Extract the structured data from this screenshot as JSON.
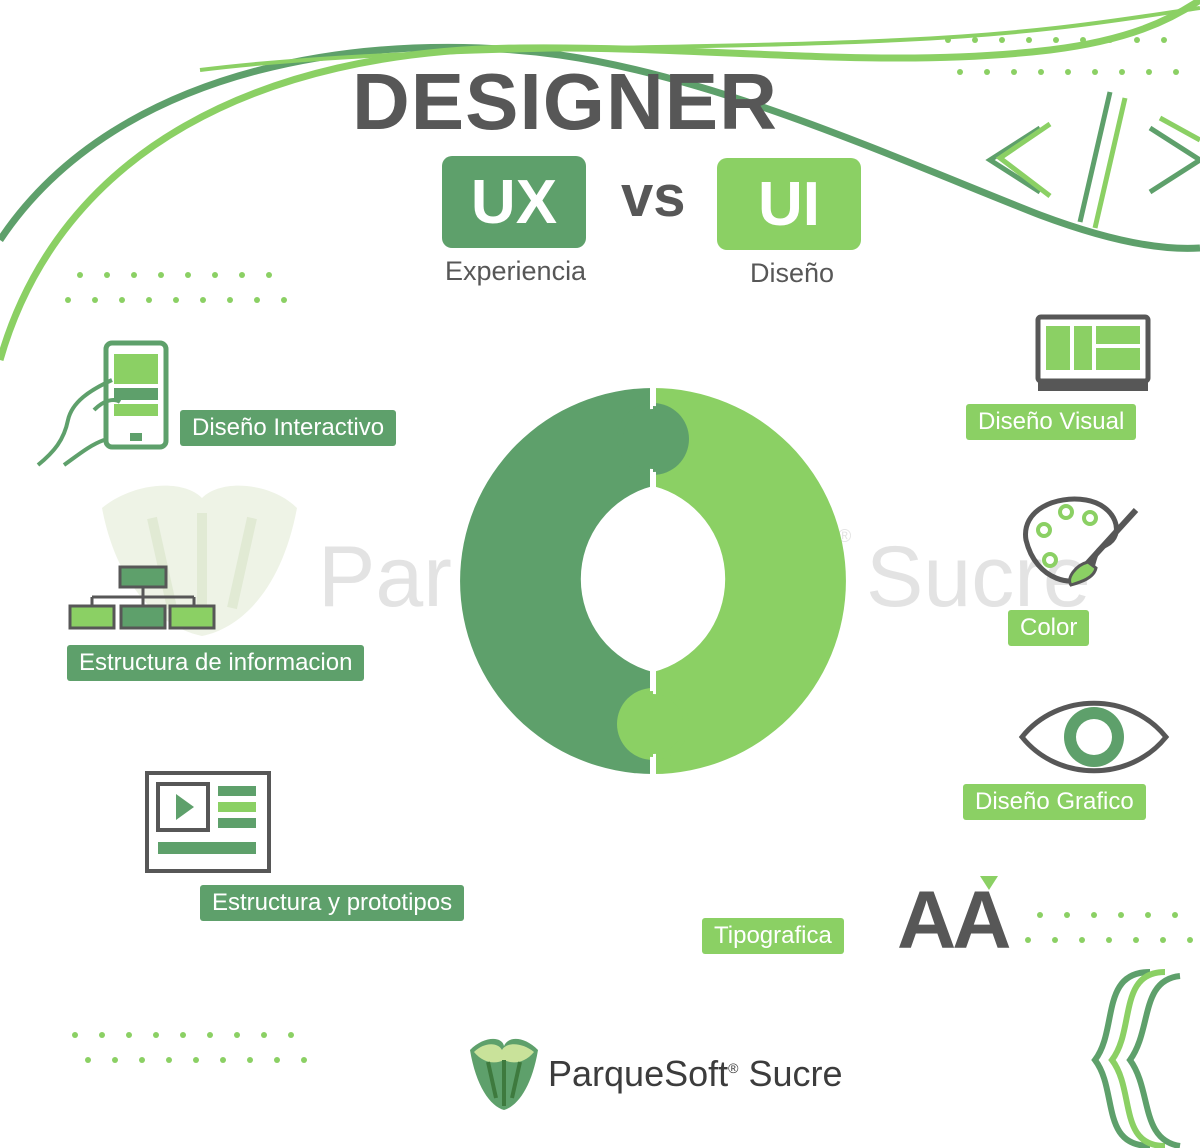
{
  "header": {
    "title": "DESIGNER",
    "ux": "UX",
    "vs": "vs",
    "ui": "UI",
    "ux_caption": "Experiencia",
    "ui_caption": "Diseño"
  },
  "left_items": [
    {
      "label": "Diseño Interactivo",
      "icon": "touch-phone-icon"
    },
    {
      "label": "Estructura de informacion",
      "icon": "org-chart-icon"
    },
    {
      "label": "Estructura y prototipos",
      "icon": "video-layout-icon"
    }
  ],
  "right_items": [
    {
      "label": "Diseño Visual",
      "icon": "monitor-layout-icon"
    },
    {
      "label": "Color",
      "icon": "palette-icon"
    },
    {
      "label": "Diseño Grafico",
      "icon": "eye-icon"
    },
    {
      "label": "Tipografica",
      "icon": "typography-icon"
    }
  ],
  "typography_glyphs": "AA",
  "watermark": {
    "left": "Par",
    "right": "Sucre",
    "registered": "®"
  },
  "footer": {
    "brand": "ParqueSoft",
    "registered": "®",
    "city": "Sucre"
  },
  "colors": {
    "dark_green": "#5ea06b",
    "light_green": "#8bd064",
    "text_gray": "#575757"
  }
}
